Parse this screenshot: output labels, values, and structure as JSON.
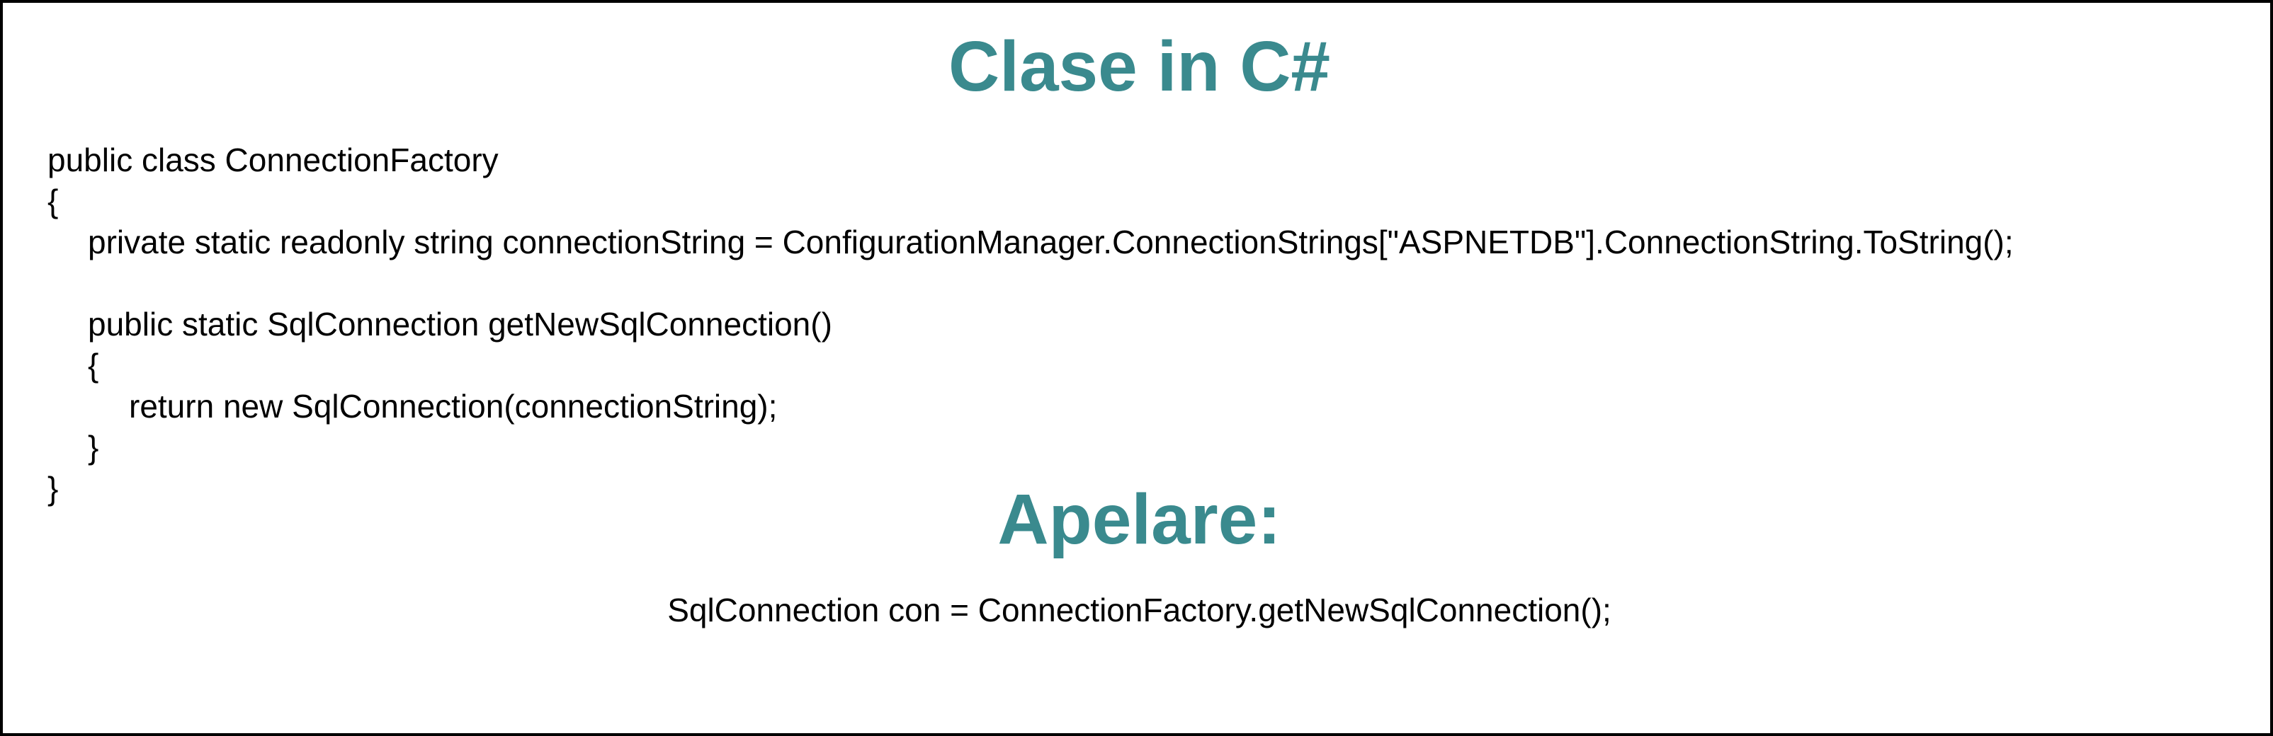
{
  "slide": {
    "title": "Clase in C#",
    "call_heading": "Apelare:",
    "code_lines": [
      "public class ConnectionFactory",
      "{",
      "private static readonly string connectionString = ConfigurationManager.ConnectionStrings[\"ASPNETDB\"].ConnectionString.ToString();",
      "public static SqlConnection getNewSqlConnection()",
      "{",
      "return new SqlConnection(connectionString);",
      "}",
      "}"
    ],
    "call_line": "SqlConnection con = ConnectionFactory.getNewSqlConnection();",
    "accent_color": "#3a8a8e"
  }
}
